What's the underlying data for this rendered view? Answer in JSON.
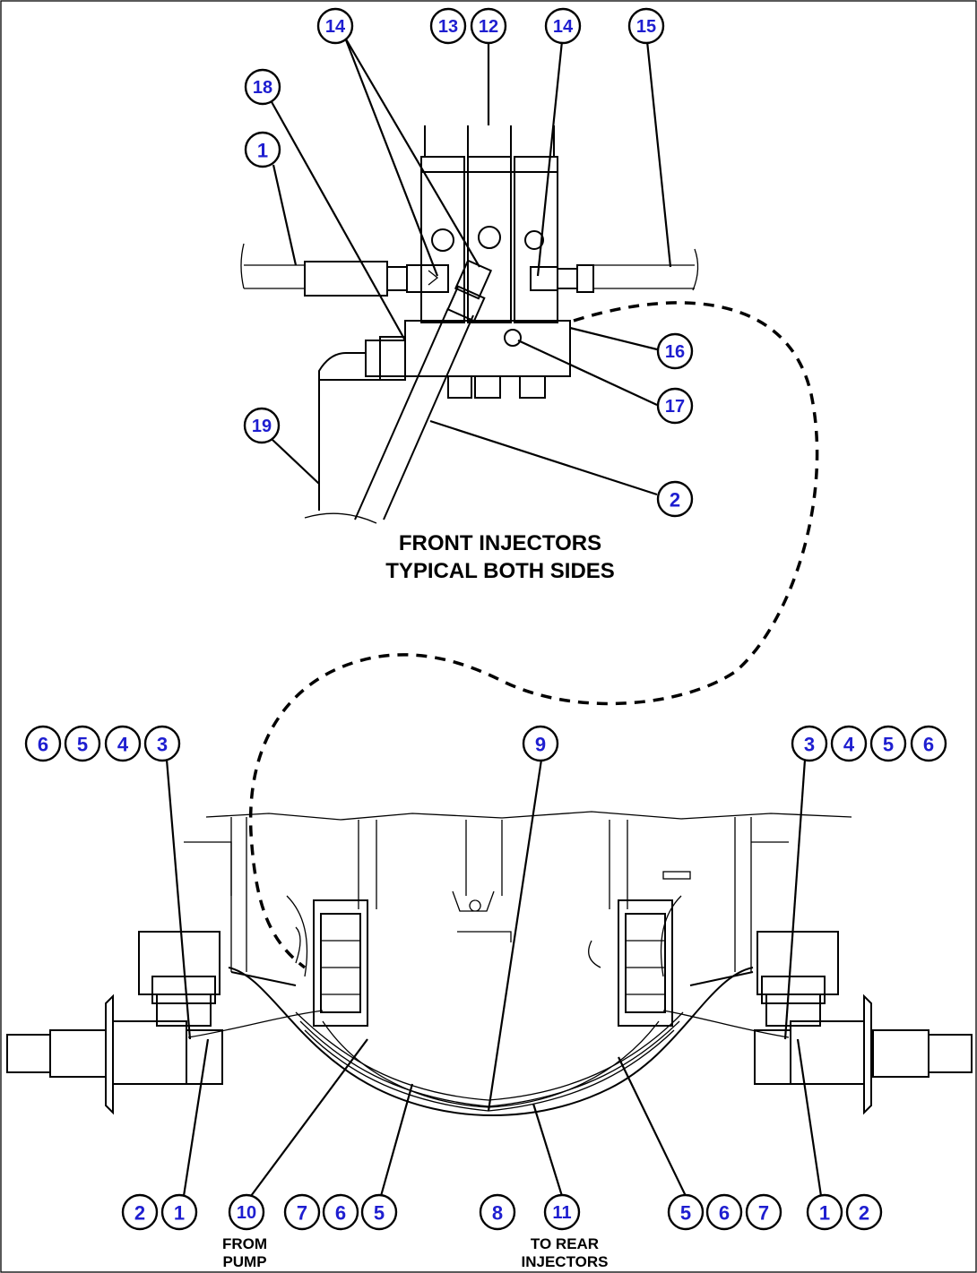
{
  "captions": {
    "front_line1": "FRONT INJECTORS",
    "front_line2": "TYPICAL BOTH SIDES",
    "from_line1": "FROM",
    "from_line2": "PUMP",
    "to_line1": "TO REAR",
    "to_line2": "INJECTORS"
  },
  "callouts": {
    "detail": [
      {
        "id": "c-14a",
        "label": "14"
      },
      {
        "id": "c-13",
        "label": "13"
      },
      {
        "id": "c-12",
        "label": "12"
      },
      {
        "id": "c-14b",
        "label": "14"
      },
      {
        "id": "c-15",
        "label": "15"
      },
      {
        "id": "c-18",
        "label": "18"
      },
      {
        "id": "c-1-top",
        "label": "1"
      },
      {
        "id": "c-16",
        "label": "16"
      },
      {
        "id": "c-17",
        "label": "17"
      },
      {
        "id": "c-19",
        "label": "19"
      },
      {
        "id": "c-2-top",
        "label": "2"
      }
    ],
    "axle_top_left": [
      {
        "id": "c-6-tl",
        "label": "6"
      },
      {
        "id": "c-5-tl",
        "label": "5"
      },
      {
        "id": "c-4-tl",
        "label": "4"
      },
      {
        "id": "c-3-tl",
        "label": "3"
      }
    ],
    "axle_top_center": [
      {
        "id": "c-9",
        "label": "9"
      }
    ],
    "axle_top_right": [
      {
        "id": "c-3-tr",
        "label": "3"
      },
      {
        "id": "c-4-tr",
        "label": "4"
      },
      {
        "id": "c-5-tr",
        "label": "5"
      },
      {
        "id": "c-6-tr",
        "label": "6"
      }
    ],
    "axle_bottom": [
      {
        "id": "c-2-bl",
        "label": "2"
      },
      {
        "id": "c-1-bl",
        "label": "1"
      },
      {
        "id": "c-10",
        "label": "10"
      },
      {
        "id": "c-7-bm",
        "label": "7"
      },
      {
        "id": "c-6-bm",
        "label": "6"
      },
      {
        "id": "c-5-bm",
        "label": "5"
      },
      {
        "id": "c-8",
        "label": "8"
      },
      {
        "id": "c-11",
        "label": "11"
      },
      {
        "id": "c-5-br",
        "label": "5"
      },
      {
        "id": "c-6-br",
        "label": "6"
      },
      {
        "id": "c-7-br",
        "label": "7"
      },
      {
        "id": "c-1-br",
        "label": "1"
      },
      {
        "id": "c-2-br",
        "label": "2"
      }
    ]
  },
  "colors": {
    "callout_text": "#1e1ed0",
    "line": "#000000",
    "background": "#ffffff"
  }
}
